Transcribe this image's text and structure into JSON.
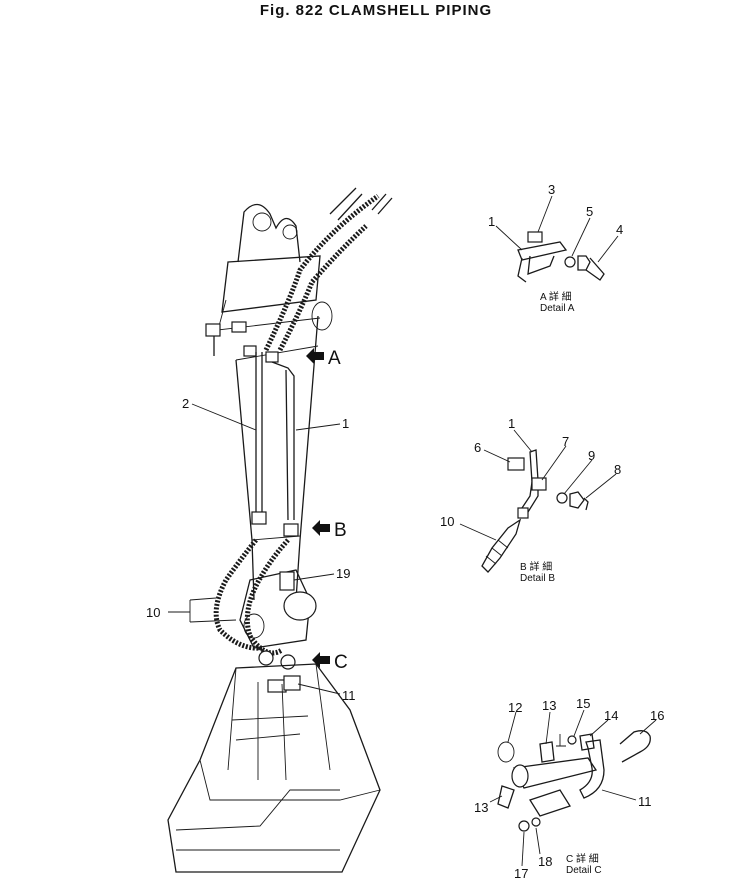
{
  "title": "Fig. 822   CLAMSHELL  PIPING",
  "main_callouts": {
    "a": "1",
    "b": "2",
    "c": "10",
    "d": "19",
    "e": "11"
  },
  "views": {
    "A": "A",
    "B": "B",
    "C": "C"
  },
  "detail_a": {
    "caption_jp": "A 詳 細",
    "caption": "Detail  A",
    "labels": {
      "p1": "1",
      "p3": "3",
      "p5": "5",
      "p4": "4"
    }
  },
  "detail_b": {
    "caption_jp": "B 詳 細",
    "caption": "Detail  B",
    "labels": {
      "p1": "1",
      "p6": "6",
      "p7": "7",
      "p9": "9",
      "p8": "8",
      "p10": "10"
    }
  },
  "detail_c": {
    "caption_jp": "C 詳 細",
    "caption": "Detail  C",
    "labels": {
      "p12": "12",
      "p13a": "13",
      "p15": "15",
      "p14": "14",
      "p16": "16",
      "p13b": "13",
      "p11": "11",
      "p17": "17",
      "p18": "18"
    }
  }
}
